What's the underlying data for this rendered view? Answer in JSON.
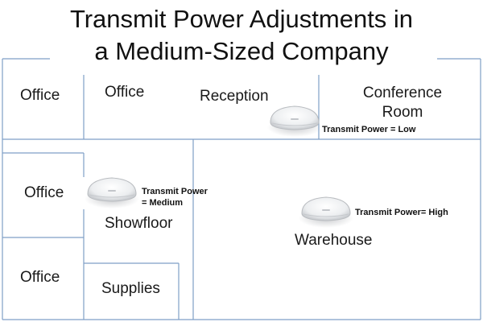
{
  "title": {
    "line1": "Transmit Power Adjustments in",
    "line2": "a Medium-Sized Company"
  },
  "rooms": {
    "office_top_left": "Office",
    "office_top_second": "Office",
    "reception": "Reception",
    "conference_line1": "Conference",
    "conference_line2": "Room",
    "office_mid_left": "Office",
    "showfloor": "Showfloor",
    "warehouse": "Warehouse",
    "office_bottom_left": "Office",
    "supplies": "Supplies"
  },
  "access_points": [
    {
      "id": "reception",
      "label": "Transmit Power = Low",
      "power": "Low"
    },
    {
      "id": "showfloor",
      "label_line1": "Transmit Power",
      "label_line2": "= Medium",
      "power": "Medium"
    },
    {
      "id": "warehouse",
      "label": "Transmit Power= High",
      "power": "High"
    }
  ],
  "colors": {
    "wall": "#7f9fc6",
    "ap_body": "#f2f3f4",
    "ap_edge": "#b9bcc0",
    "text": "#111111"
  }
}
